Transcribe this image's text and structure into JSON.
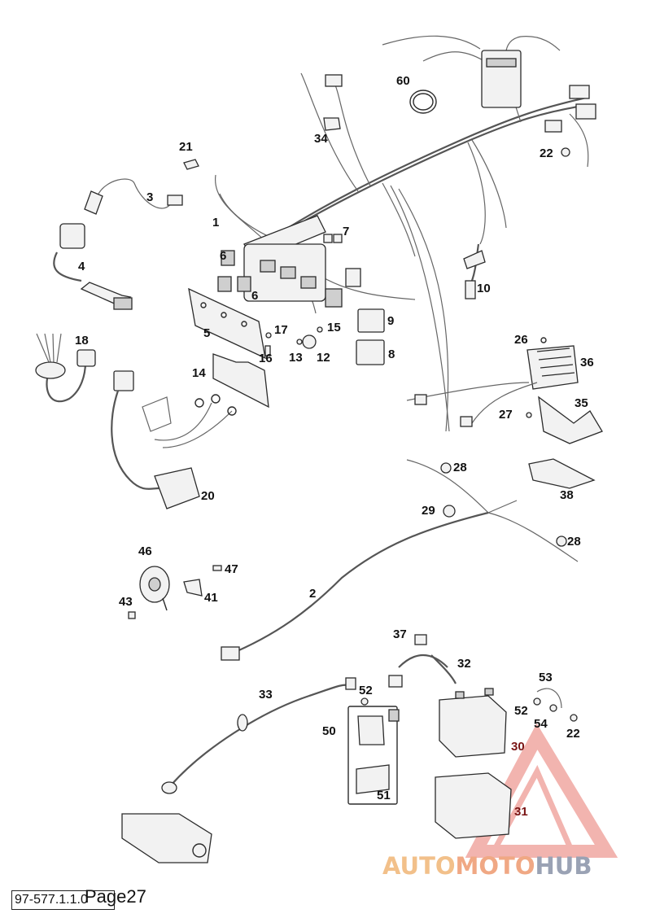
{
  "diagram": {
    "callouts": [
      {
        "id": "c1",
        "text": "1"
      },
      {
        "id": "c2",
        "text": "2"
      },
      {
        "id": "c3",
        "text": "3"
      },
      {
        "id": "c4",
        "text": "4"
      },
      {
        "id": "c5",
        "text": "5"
      },
      {
        "id": "c6a",
        "text": "6"
      },
      {
        "id": "c6b",
        "text": "6"
      },
      {
        "id": "c7",
        "text": "7"
      },
      {
        "id": "c8",
        "text": "8"
      },
      {
        "id": "c9",
        "text": "9"
      },
      {
        "id": "c10",
        "text": "10"
      },
      {
        "id": "c12",
        "text": "12"
      },
      {
        "id": "c13",
        "text": "13"
      },
      {
        "id": "c14",
        "text": "14"
      },
      {
        "id": "c15",
        "text": "15"
      },
      {
        "id": "c16",
        "text": "16"
      },
      {
        "id": "c17",
        "text": "17"
      },
      {
        "id": "c18",
        "text": "18"
      },
      {
        "id": "c20",
        "text": "20"
      },
      {
        "id": "c21",
        "text": "21"
      },
      {
        "id": "c22a",
        "text": "22"
      },
      {
        "id": "c22b",
        "text": "22"
      },
      {
        "id": "c26",
        "text": "26"
      },
      {
        "id": "c27",
        "text": "27"
      },
      {
        "id": "c28a",
        "text": "28"
      },
      {
        "id": "c28b",
        "text": "28"
      },
      {
        "id": "c29",
        "text": "29"
      },
      {
        "id": "c30",
        "text": "30"
      },
      {
        "id": "c31",
        "text": "31"
      },
      {
        "id": "c32",
        "text": "32"
      },
      {
        "id": "c33",
        "text": "33"
      },
      {
        "id": "c34",
        "text": "34"
      },
      {
        "id": "c35",
        "text": "35"
      },
      {
        "id": "c36",
        "text": "36"
      },
      {
        "id": "c37",
        "text": "37"
      },
      {
        "id": "c38",
        "text": "38"
      },
      {
        "id": "c41",
        "text": "41"
      },
      {
        "id": "c43",
        "text": "43"
      },
      {
        "id": "c46",
        "text": "46"
      },
      {
        "id": "c47",
        "text": "47"
      },
      {
        "id": "c50",
        "text": "50"
      },
      {
        "id": "c51",
        "text": "51"
      },
      {
        "id": "c52a",
        "text": "52"
      },
      {
        "id": "c52b",
        "text": "52"
      },
      {
        "id": "c53",
        "text": "53"
      },
      {
        "id": "c54",
        "text": "54"
      },
      {
        "id": "c60",
        "text": "60"
      }
    ]
  },
  "footer": {
    "drawing_code": "97-577.1.1.0",
    "page_label": "Page27"
  },
  "watermark": {
    "part_a": "AUTO",
    "part_b": "MOTO",
    "part_c": "HUB",
    "colors": {
      "a": "#f2c08a",
      "b": "#f0a884",
      "c": "#9aa2b4",
      "triangle": "#ee9b95"
    }
  }
}
